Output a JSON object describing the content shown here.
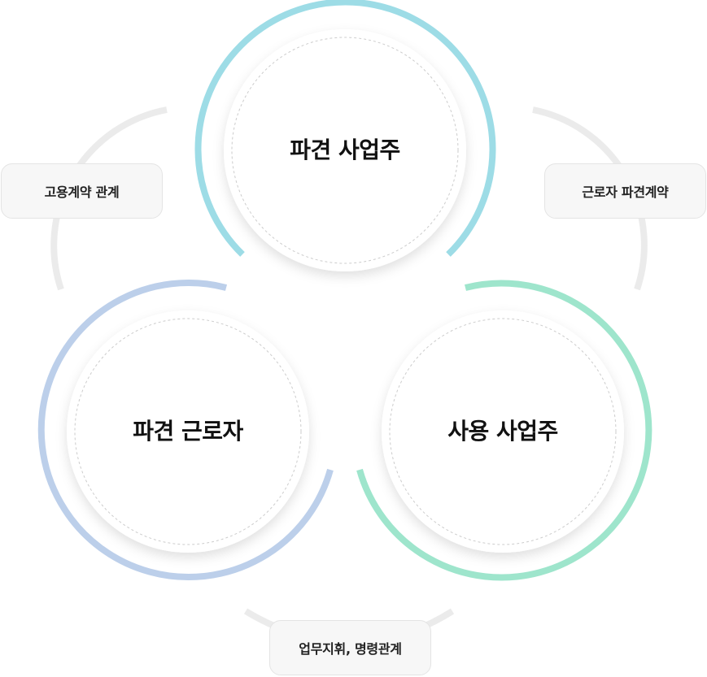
{
  "diagram": {
    "nodes": {
      "dispatch_employer": {
        "label": "파견 사업주",
        "color": "#9ddce6"
      },
      "dispatched_worker": {
        "label": "파견 근로자",
        "color": "#bccfea"
      },
      "user_employer": {
        "label": "사용 사업주",
        "color": "#9ee5cc"
      }
    },
    "relations": {
      "employment": {
        "label": "고용계약 관계"
      },
      "dispatch_contract": {
        "label": "근로자 파견계약"
      },
      "command": {
        "label": "업무지휘, 명령관계"
      }
    },
    "connector_color": "#ebebeb"
  }
}
